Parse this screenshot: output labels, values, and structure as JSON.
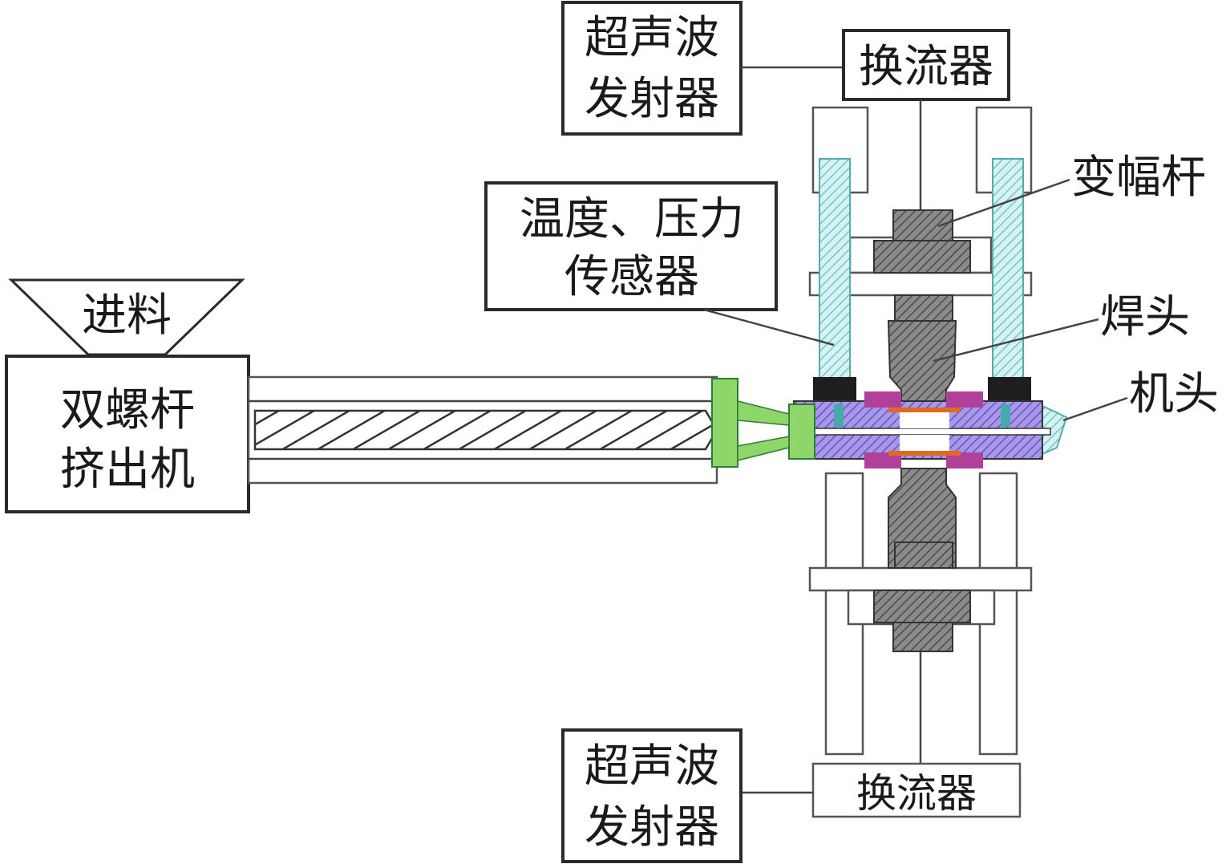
{
  "labels": {
    "generator_top_line1": "超声波",
    "generator_top_line2": "发射器",
    "transducer_top": "换流器",
    "horn": "变幅杆",
    "sensor_line1": "温度、压力",
    "sensor_line2": "传感器",
    "feed": "进料",
    "extruder_line1": "双螺杆",
    "extruder_line2": "挤出机",
    "weld_head": "焊头",
    "die_head": "机头",
    "generator_bottom_line1": "超声波",
    "generator_bottom_line2": "发射器",
    "transducer_bottom": "换流器"
  },
  "colors": {
    "hatch_gray": "#6d6d6d",
    "hatch_cyan": "#7fd3d6",
    "hatch_purple": "#8a72d8",
    "magenta": "#b0409a",
    "green": "#8ed66a",
    "orange": "#e06a20"
  }
}
